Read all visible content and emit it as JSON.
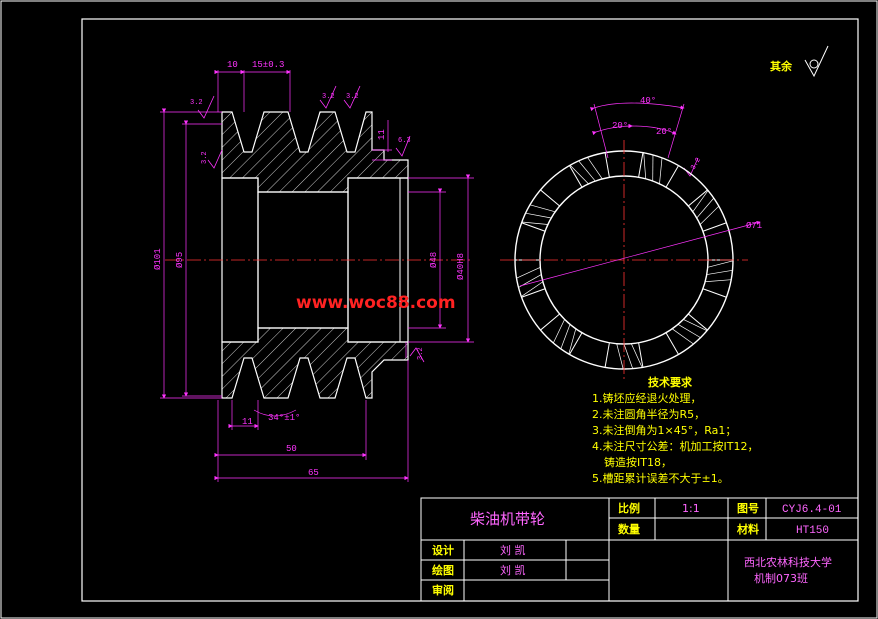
{
  "colors": {
    "background": "#000000",
    "frame": "#ffffff",
    "dimension": "#ff33ff",
    "centerline": "#ff3333",
    "note_text": "#ffff00",
    "table_text": "#ff66ff",
    "watermark": "#ff2222"
  },
  "surface_finish": {
    "label": "其余",
    "value": "",
    "icon": "surface-finish-symbol-icon"
  },
  "dimensions": {
    "top_10": "10",
    "top_15": "15±0.3",
    "d101": "Ø101",
    "d95": "Ø95",
    "d48": "Ø48",
    "d40": "Ø40H8",
    "bottom_11": "11",
    "angle_34": "34°±1°",
    "len_50": "50",
    "len_65": "65",
    "side_11": "11",
    "ang_40": "40°",
    "ang_20a": "20°",
    "ang_20b": "20°",
    "d71": "Ø71",
    "rough_1": "3.2",
    "rough_2": "3.2",
    "rough_3": "3.2",
    "rough_4": "3.2",
    "rough_5": "6.3",
    "rough_6": "3.2",
    "rough_7": "3.2"
  },
  "watermark": "www.woc88.com",
  "tech_requirements": {
    "title": "技术要求",
    "items": [
      "1.铸坯应经退火处理，",
      "2.未注圆角半径为R5，",
      "3.未注倒角为1×45°，Ra1；",
      "4.未注尺寸公差：机加工按IT12，",
      "铸造按IT18，",
      "5.槽距累计误差不大于±1。"
    ]
  },
  "title_block": {
    "part_name": "柴油机带轮",
    "scale_label": "比例",
    "scale_value": "1:1",
    "drawing_no_label": "图号",
    "drawing_no_value": "CYJ6.4-01",
    "quantity_label": "数量",
    "quantity_value": "",
    "material_label": "材料",
    "material_value": "HT150",
    "design_label": "设计",
    "design_value": "刘 凯",
    "drawing_label": "绘图",
    "drawing_value": "刘 凯",
    "review_label": "审阅",
    "review_value": "",
    "school": "西北农林科技大学",
    "class": "机制073班"
  }
}
